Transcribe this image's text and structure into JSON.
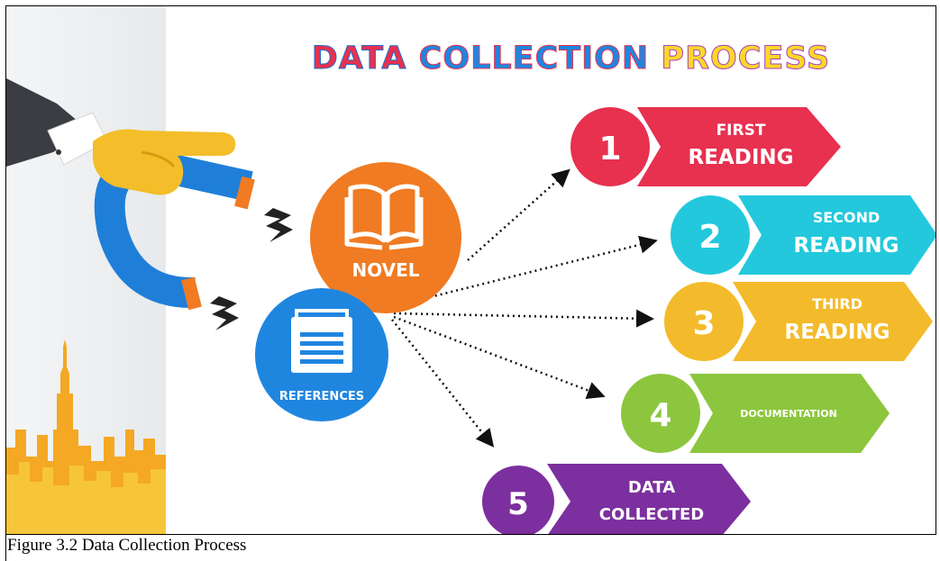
{
  "title": {
    "word1": "DATA",
    "word2": "COLLECTION",
    "word3": "PROCESS"
  },
  "sources": [
    {
      "label": "NOVEL",
      "color": "#f07b22",
      "icon": "open-book-icon"
    },
    {
      "label": "REFERENCES",
      "color": "#1f86e0",
      "icon": "notepad-icon"
    }
  ],
  "steps": [
    {
      "number": "1",
      "line1": "FIRST",
      "line2": "READING",
      "color": "#e8304f"
    },
    {
      "number": "2",
      "line1": "SECOND",
      "line2": "READING",
      "color": "#23c8dc"
    },
    {
      "number": "3",
      "line1": "THIRD",
      "line2": "READING",
      "color": "#f3bb2b"
    },
    {
      "number": "4",
      "line1": "DOCUMENTATION",
      "line2": "",
      "color": "#8cc63e"
    },
    {
      "number": "5",
      "line1": "DATA",
      "line2": "COLLECTED",
      "color": "#7c2f9e"
    }
  ],
  "caption": "Figure 3.2 Data Collection Process"
}
